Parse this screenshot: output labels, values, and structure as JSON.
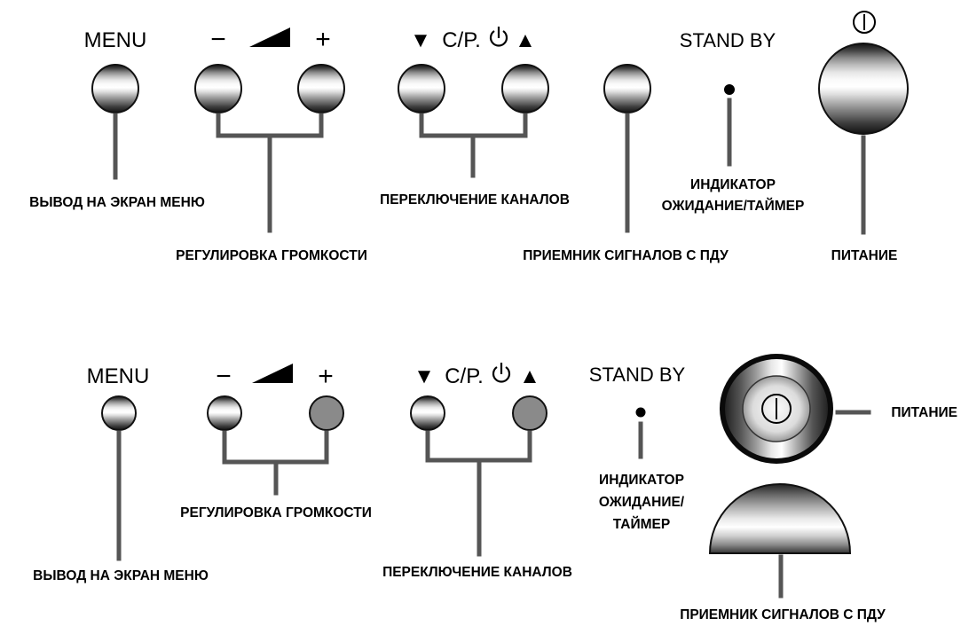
{
  "colors": {
    "wire": "#555555",
    "outline": "#111111",
    "solid_button": "#8a8a8a"
  },
  "top_panel": {
    "menu_label": "MENU",
    "vol_minus": "−",
    "vol_plus": "+",
    "channel_down": "▼",
    "channel_label": "C/P.",
    "channel_up": "▲",
    "standby_label": "STAND BY",
    "caption_menu": "ВЫВОД НА ЭКРАН МЕНЮ",
    "caption_volume": "РЕГУЛИРОВКА ГРОМКОСТИ",
    "caption_channels": "ПЕРЕКЛЮЧЕНИЕ КАНАЛОВ",
    "caption_receiver": "ПРИЕМНИК СИГНАЛОВ С ПДУ",
    "caption_indicator_line1": "ИНДИКАТОР",
    "caption_indicator_line2": "ОЖИДАНИЕ/ТАЙМЕР",
    "caption_power": "ПИТАНИЕ",
    "power_icon": "power-symbol-icon",
    "standby_icon": "standby-power-icon"
  },
  "bottom_panel": {
    "menu_label": "MENU",
    "vol_minus": "−",
    "vol_plus": "+",
    "channel_down": "▼",
    "channel_label": "C/P.",
    "channel_up": "▲",
    "standby_label": "STAND BY",
    "caption_menu": "ВЫВОД НА ЭКРАН МЕНЮ",
    "caption_volume": "РЕГУЛИРОВКА ГРОМКОСТИ",
    "caption_channels": "ПЕРЕКЛЮЧЕНИЕ КАНАЛОВ",
    "caption_receiver": "ПРИЕМНИК СИГНАЛОВ С ПДУ",
    "caption_indicator_line1": "ИНДИКАТОР",
    "caption_indicator_line2": "ОЖИДАНИЕ/",
    "caption_indicator_line3": "ТАЙМЕР",
    "caption_power": "ПИТАНИЕ",
    "power_icon": "power-symbol-icon",
    "standby_icon": "standby-power-icon"
  }
}
